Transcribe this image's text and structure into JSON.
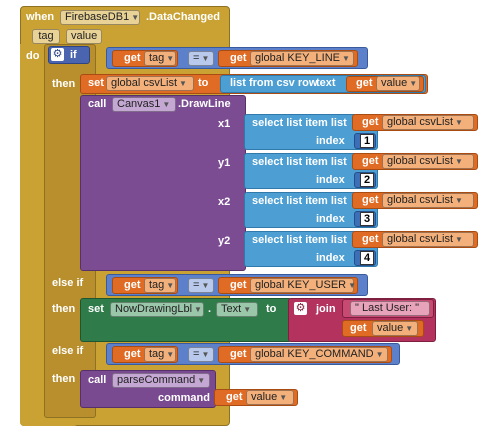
{
  "event": {
    "when": "when",
    "component": "FirebaseDB1",
    "event_name": ".DataChanged",
    "param_tag": "tag",
    "param_value": "value",
    "do": "do"
  },
  "if_block": {
    "if": "if",
    "then": "then",
    "elseif": "else if"
  },
  "cond": {
    "get": "get",
    "tag": "tag",
    "eq": "=",
    "key_line": "global KEY_LINE",
    "key_user": "global KEY_USER",
    "key_command": "global KEY_COMMAND"
  },
  "set_csv": {
    "set": "set",
    "var": "global csvList",
    "to": "to",
    "list_from_csv": "list from csv row",
    "text": "text",
    "get": "get",
    "value": "value"
  },
  "drawline": {
    "call": "call",
    "component": "Canvas1",
    "method": ".DrawLine",
    "x1": "x1",
    "y1": "y1",
    "x2": "x2",
    "y2": "y2",
    "select": "select list item  list",
    "index": "index",
    "get": "get",
    "var": "global csvList",
    "indices": [
      "1",
      "2",
      "3",
      "4"
    ]
  },
  "set_label": {
    "set": "set",
    "component": "NowDrawingLbl",
    "prop": "Text",
    "to": "to",
    "join": "join",
    "text_literal": "\" Last User: \"",
    "get": "get",
    "value": "value"
  },
  "parse": {
    "call": "call",
    "proc": "parseCommand",
    "command": "command",
    "get": "get",
    "value": "value"
  }
}
